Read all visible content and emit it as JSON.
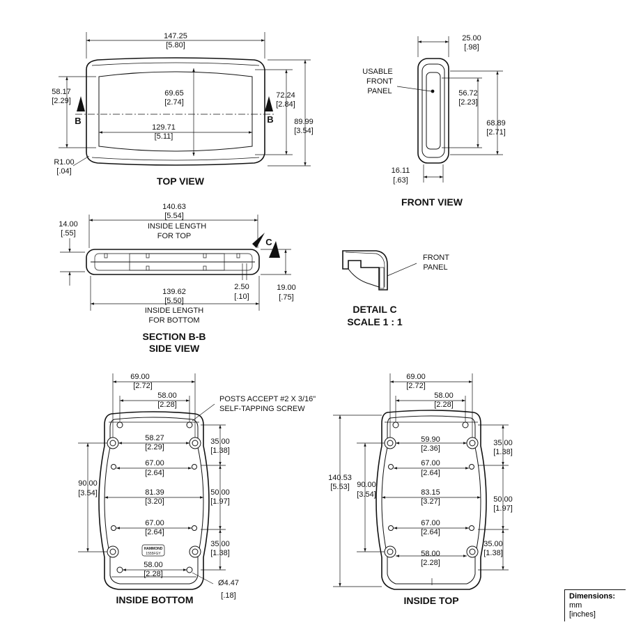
{
  "views": {
    "top_view": {
      "title": "TOP VIEW",
      "width": [
        "147.25",
        "[5.80]"
      ],
      "inner_width": [
        "129.71",
        "[5.11]"
      ],
      "left_h": [
        "58.17",
        "[2.29]"
      ],
      "center_h": [
        "69.65",
        "[2.74]"
      ],
      "right_h": [
        "72.24",
        "[2.84]"
      ],
      "total_h": [
        "89.99",
        "[3.54]"
      ],
      "radius": [
        "R1.00",
        "[.04]"
      ],
      "section_mark": "B"
    },
    "front_view": {
      "title": "FRONT VIEW",
      "width": [
        "25.00",
        "[.98]"
      ],
      "panel_label": [
        "USABLE",
        "FRONT",
        "PANEL"
      ],
      "panel_h": [
        "56.72",
        "[2.23]"
      ],
      "total_h": [
        "68.89",
        "[2.71]"
      ],
      "bottom_w": [
        "16.11",
        "[.63]"
      ]
    },
    "section_view": {
      "title": [
        "SECTION B-B",
        "SIDE VIEW"
      ],
      "top_len": [
        "140.63",
        "[5.54]",
        "INSIDE LENGTH",
        "FOR TOP"
      ],
      "bottom_len": [
        "139.62",
        "[5.50]",
        "INSIDE LENGTH",
        "FOR BOTTOM"
      ],
      "left_h": [
        "14.00",
        "[.55]"
      ],
      "wall": [
        "2.50",
        "[.10]"
      ],
      "right_h": [
        "19.00",
        "[.75]"
      ],
      "detail_mark": "C"
    },
    "detail_view": {
      "title": [
        "DETAIL  C",
        "SCALE 1 : 1"
      ],
      "label": [
        "FRONT",
        "PANEL"
      ]
    },
    "inside_bottom": {
      "title": "INSIDE BOTTOM",
      "w_outer": [
        "69.00",
        "[2.72]"
      ],
      "w_top": [
        "58.00",
        "[2.28]"
      ],
      "posts_note": [
        "POSTS ACCEPT #2 X 3/16\"",
        "SELF-TAPPING SCREW"
      ],
      "d1": [
        "58.27",
        "[2.29]"
      ],
      "d2": [
        "67.00",
        "[2.64]"
      ],
      "d3": [
        "81.39",
        "[3.20]"
      ],
      "d4": [
        "67.00",
        "[2.64]"
      ],
      "d5": [
        "58.00",
        "[2.28]"
      ],
      "left_v": [
        "90.00",
        "[3.54]"
      ],
      "r1": [
        "35.00",
        "[1.38]"
      ],
      "r2": [
        "50.00",
        "[1.97]"
      ],
      "r3": [
        "35.00",
        "[1.38]"
      ],
      "hole": [
        "Ø4.47",
        "[.18]"
      ],
      "logo": [
        "HAMMOND",
        "1555FGY"
      ]
    },
    "inside_top": {
      "title": "INSIDE TOP",
      "w_outer": [
        "69.00",
        "[2.72]"
      ],
      "w_top": [
        "58.00",
        "[2.28]"
      ],
      "total_v": [
        "140.53",
        "[5.53]"
      ],
      "left_v": [
        "90.00",
        "[3.54]"
      ],
      "d1": [
        "59.90",
        "[2.36]"
      ],
      "d2": [
        "67.00",
        "[2.64]"
      ],
      "d3": [
        "83.15",
        "[3.27]"
      ],
      "d4": [
        "67.00",
        "[2.64]"
      ],
      "d5": [
        "58.00",
        "[2.28]"
      ],
      "r1": [
        "35.00",
        "[1.38]"
      ],
      "r2": [
        "50.00",
        "[1.97]"
      ],
      "r3": [
        "35.00",
        "[1.38]"
      ]
    }
  },
  "legend": {
    "heading": "Dimensions:",
    "line1": "mm",
    "line2": "[inches]"
  }
}
